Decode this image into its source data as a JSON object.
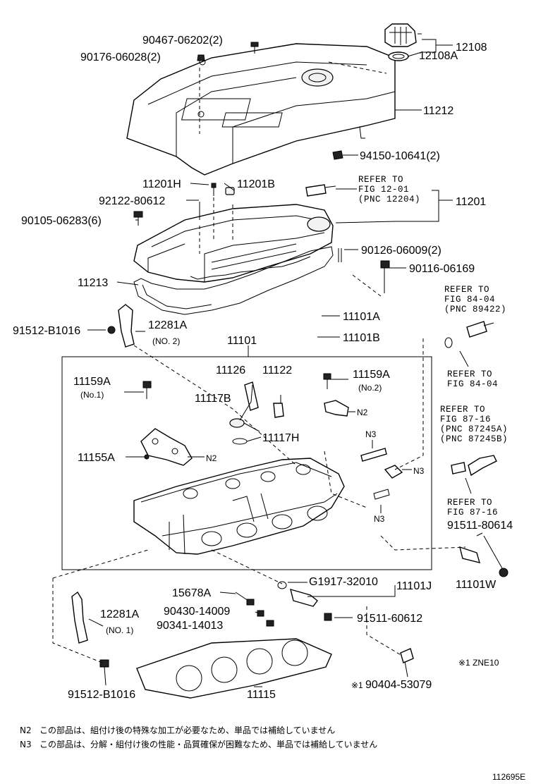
{
  "labels": {
    "p90467": "90467-06202(2)",
    "p90176": "90176-06028(2)",
    "p12108": "12108",
    "p12108A": "12108A",
    "p11212": "11212",
    "p94150": "94150-10641(2)",
    "p11201H": "11201H",
    "p11201B": "11201B",
    "p92122": "92122-80612",
    "p90105": "90105-06283(6)",
    "p11201": "11201",
    "p90126": "90126-06009(2)",
    "p90116": "90116-06169",
    "p11213": "11213",
    "p11101A": "11101A",
    "p11101B": "11101B",
    "p91512a": "91512-B1016",
    "p12281Aa": "12281A",
    "no2": "(NO. 2)",
    "p11101": "11101",
    "p11126": "11126",
    "p11122": "11122",
    "p11159A1": "11159A",
    "no1s": "(No.1)",
    "p11159A2": "11159A",
    "no2s": "(No.2)",
    "p11117B": "11117B",
    "p11117H": "11117H",
    "n2a": "N2",
    "n3a": "N3",
    "p11155A": "11155A",
    "n2b": "N2",
    "n3b": "N3",
    "n3c": "N3",
    "pG1917": "G1917-32010",
    "p11101J": "11101J",
    "p15678A": "15678A",
    "p90430": "90430-14009",
    "p90341": "90341-14013",
    "p91511_60612": "91511-60612",
    "p12281Ab": "12281A",
    "no1": "(NO. 1)",
    "p91512b": "91512-B1016",
    "p11115": "11115",
    "p90404": "90404-53079",
    "mark1": "※1",
    "zne": "※1 ZNE10",
    "p11101W": "11101W",
    "p91511_80614": "91511-80614",
    "drawing_no": "112695E"
  },
  "refer": {
    "r1": [
      "REFER TO",
      "FIG 12-01",
      "(PNC 12204)"
    ],
    "r2": [
      "REFER TO",
      "FIG 84-04",
      "(PNC 89422)"
    ],
    "r3": [
      "REFER TO",
      "FIG 84-04"
    ],
    "r4": [
      "REFER TO",
      "FIG 87-16",
      "(PNC 87245A)",
      "(PNC 87245B)"
    ],
    "r5": [
      "REFER TO",
      "FIG 87-16"
    ]
  },
  "notes": {
    "n2_code": "N2",
    "n2_text": "この部品は、組付け後の特殊な加工が必要なため、単品では補給していません",
    "n3_code": "N3",
    "n3_text": "この部品は、分解・組付け後の性能・品質確保が困難なため、単品では補給していません"
  }
}
